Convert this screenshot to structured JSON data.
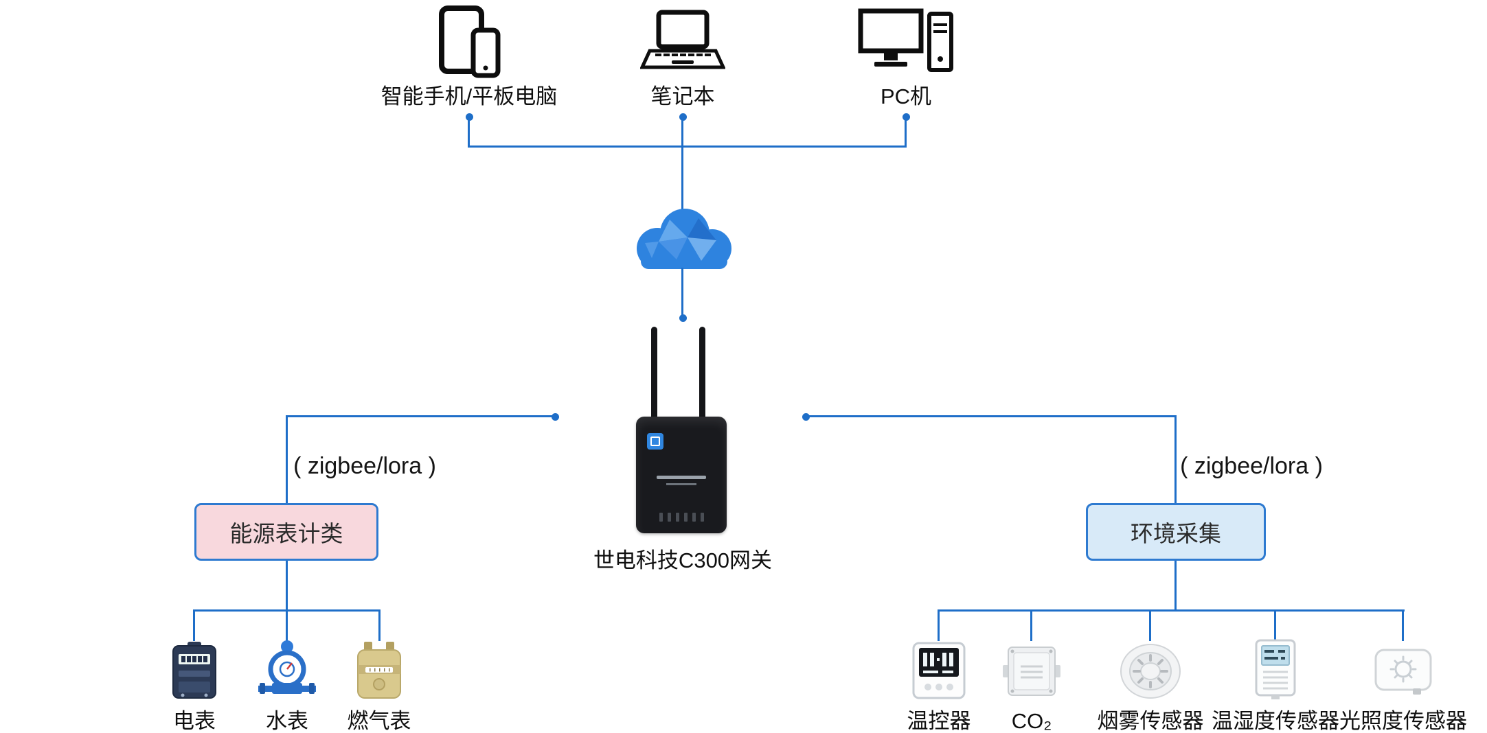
{
  "colors": {
    "line": "#1e6ec8",
    "box_border": "#2e7ad0",
    "energy_box_fill": "#f8d8dd",
    "env_box_fill": "#d8eaf8",
    "cloud_blue": "#2e83df",
    "gateway_black": "#191a1e"
  },
  "top_devices": [
    {
      "id": "smartphone-tablet",
      "label": "智能手机/平板电脑"
    },
    {
      "id": "laptop",
      "label": "笔记本"
    },
    {
      "id": "pc",
      "label": "PC机"
    }
  ],
  "cloud": {
    "name": "internet-cloud"
  },
  "gateway": {
    "label": "世电科技C300网关"
  },
  "left_branch": {
    "protocol_label": "( zigbee/lora )",
    "group_label": "能源表计类",
    "devices": [
      {
        "id": "electric-meter",
        "label": "电表"
      },
      {
        "id": "water-meter",
        "label": "水表"
      },
      {
        "id": "gas-meter",
        "label": "燃气表"
      }
    ]
  },
  "right_branch": {
    "protocol_label": "( zigbee/lora )",
    "group_label": "环境采集",
    "devices": [
      {
        "id": "thermostat",
        "label": "温控器"
      },
      {
        "id": "co2-sensor",
        "label": "CO₂"
      },
      {
        "id": "smoke-sensor",
        "label": "烟雾传感器"
      },
      {
        "id": "temp-humidity-sensor",
        "label": "温湿度传感器"
      },
      {
        "id": "light-sensor",
        "label": "光照度传感器"
      }
    ]
  }
}
